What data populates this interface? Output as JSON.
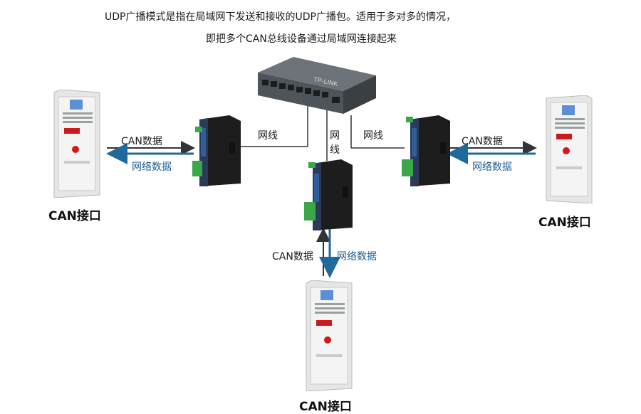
{
  "caption": {
    "line1": "UDP广播模式是指在局域网下发送和接收的UDP广播包。适用于多对多的情况，",
    "line2": "即把多个CAN总线设备通过局域网连接起来"
  },
  "links": {
    "cable": "网线",
    "cable_v1": "网",
    "cable_v2": "线",
    "can_data": "CAN数据",
    "net_data": "网络数据"
  },
  "nodes": {
    "left": "CAN接口",
    "right": "CAN接口",
    "bottom": "CAN接口"
  },
  "switch": {
    "brand": "TP-LINK"
  },
  "colors": {
    "arrow_blue": "#1f6a9a",
    "arrow_black": "#333333",
    "converter": "#1d1d1d",
    "terminal_green": "#3aa84a"
  }
}
